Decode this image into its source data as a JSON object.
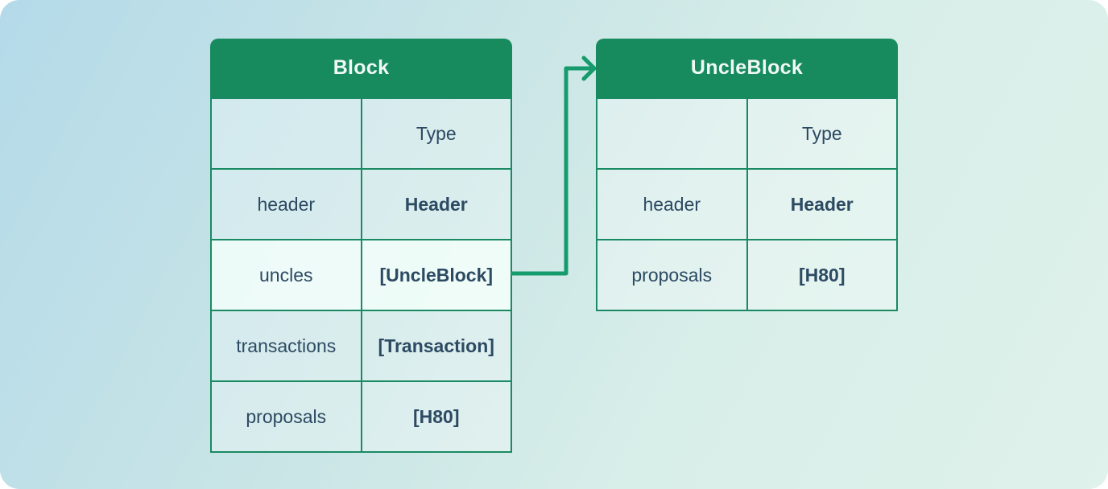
{
  "colors": {
    "header_green": "#178a5e",
    "border_green": "#1a8a62",
    "arrow_green": "#169b6d",
    "text_dark": "#2d4a63",
    "header_text": "#f0f9f5",
    "background_gradient": [
      "#b4dae9",
      "#dff2eb"
    ]
  },
  "diagram": {
    "tables": [
      {
        "title": "Block",
        "columns": {
          "name": "",
          "type": "Type"
        },
        "rows": [
          {
            "field": "header",
            "type": "Header",
            "highlight": false
          },
          {
            "field": "uncles",
            "type": "[UncleBlock]",
            "highlight": true
          },
          {
            "field": "transactions",
            "type": "[Transaction]",
            "highlight": false
          },
          {
            "field": "proposals",
            "type": "[H80]",
            "highlight": false
          }
        ]
      },
      {
        "title": "UncleBlock",
        "columns": {
          "name": "",
          "type": "Type"
        },
        "rows": [
          {
            "field": "header",
            "type": "Header",
            "highlight": false
          },
          {
            "field": "proposals",
            "type": "[H80]",
            "highlight": false
          }
        ]
      }
    ],
    "arrow": {
      "from_table": "Block",
      "from_field": "uncles",
      "to_table": "UncleBlock"
    }
  }
}
